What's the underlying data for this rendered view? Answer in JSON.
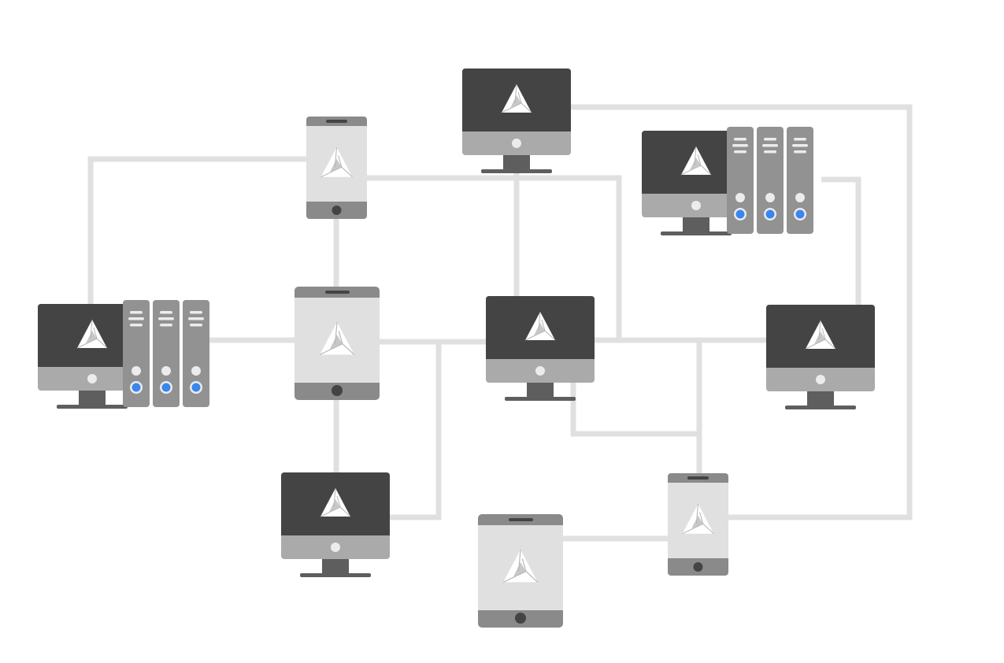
{
  "diagram": {
    "colors": {
      "background": "#ffffff",
      "connector": "#e0e0e0",
      "screen": "#444444",
      "chin": "#aaaaaa",
      "stand": "#5e5e5e",
      "device_frame": "#8a8a8a",
      "device_screen": "#e0e0e0",
      "server_body": "#929292",
      "server_light": "#ececec",
      "indicator": "#3a86f0",
      "logo": "#ffffff"
    },
    "nodes": [
      {
        "id": "desktop-top",
        "type": "desktop",
        "icon": "app-logo-icon"
      },
      {
        "id": "workstation-top-right",
        "type": "desktop-with-servers",
        "icon": "app-logo-icon"
      },
      {
        "id": "phone-top",
        "type": "phone",
        "icon": "app-logo-icon"
      },
      {
        "id": "workstation-left",
        "type": "desktop-with-servers",
        "icon": "app-logo-icon"
      },
      {
        "id": "tablet-center",
        "type": "tablet",
        "icon": "app-logo-icon"
      },
      {
        "id": "desktop-center",
        "type": "desktop",
        "icon": "app-logo-icon"
      },
      {
        "id": "desktop-right",
        "type": "desktop",
        "icon": "app-logo-icon"
      },
      {
        "id": "desktop-bottom-left",
        "type": "desktop",
        "icon": "app-logo-icon"
      },
      {
        "id": "tablet-bottom",
        "type": "tablet",
        "icon": "app-logo-icon"
      },
      {
        "id": "phone-bottom-right",
        "type": "phone",
        "icon": "app-logo-icon"
      }
    ],
    "connections": [
      [
        "phone-top",
        "workstation-left"
      ],
      [
        "phone-top",
        "tablet-center"
      ],
      [
        "phone-top",
        "desktop-center"
      ],
      [
        "desktop-top",
        "desktop-center"
      ],
      [
        "desktop-top",
        "phone-bottom-right"
      ],
      [
        "workstation-top-right",
        "desktop-right"
      ],
      [
        "workstation-left",
        "tablet-center"
      ],
      [
        "tablet-center",
        "desktop-center"
      ],
      [
        "tablet-center",
        "desktop-bottom-left"
      ],
      [
        "desktop-center",
        "desktop-right"
      ],
      [
        "desktop-center",
        "phone-bottom-right"
      ],
      [
        "tablet-bottom",
        "phone-bottom-right"
      ]
    ]
  }
}
